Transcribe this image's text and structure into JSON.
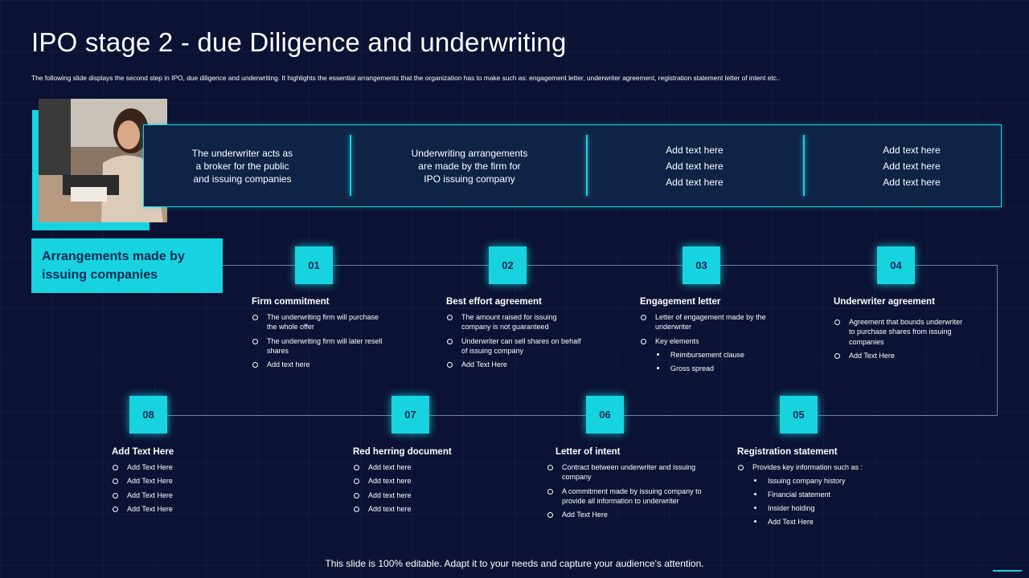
{
  "title": "IPO stage 2 - due Diligence and underwriting",
  "subtitle": "The following slide displays the second step in IPO, due diligence and underwriting. It highlights the essential arrangements that the organization has to make such as: engagement letter, underwriter agreement, registration statement letter of intent etc..",
  "top_banner": {
    "cell1": "The underwriter acts as a broker for the public and issuing companies",
    "cell2": "Underwriting arrangements are made by the firm for IPO issuing company",
    "cell3": [
      "Add text here",
      "Add text here",
      "Add text here"
    ],
    "cell4": [
      "Add text here",
      "Add text here",
      "Add text here"
    ]
  },
  "arrangements_label": "Arrangements made by issuing companies",
  "steps": [
    {
      "number": "01",
      "title": "Firm commitment",
      "bullets": [
        "The underwriting firm will purchase the whole offer",
        "The underwriting firm will later resell shares",
        "Add text here"
      ]
    },
    {
      "number": "02",
      "title": "Best effort agreement",
      "bullets": [
        "The amount raised for issuing company is not guaranteed",
        "Underwriter can sell shares on behalf of issuing company",
        "Add Text Here"
      ]
    },
    {
      "number": "03",
      "title": "Engagement letter",
      "bullets": [
        "Letter of engagement made by the underwriter",
        "Key elements"
      ],
      "sub_bullets": [
        "Reimbursement clause",
        "Gross spread"
      ]
    },
    {
      "number": "04",
      "title": "Underwriter agreement",
      "bullets": [
        "Agreement that bounds underwriter to purchase shares from issuing companies",
        "Add Text Here"
      ]
    },
    {
      "number": "05",
      "title": "Registration statement",
      "bullets": [
        "Provides key information such as :"
      ],
      "sub_bullets": [
        "Issuing company history",
        "Financial statement",
        "Insider holding",
        "Add Text Here"
      ]
    },
    {
      "number": "06",
      "title": "Letter of intent",
      "bullets": [
        "Contract between underwriter and issuing company",
        "A commitment made by issuing company to provide all information to underwriter",
        "Add Text Here"
      ]
    },
    {
      "number": "07",
      "title": "Red herring document",
      "bullets": [
        "Add text here",
        "Add text here",
        "Add text here",
        "Add text here"
      ]
    },
    {
      "number": "08",
      "title": "Add Text Here",
      "bullets": [
        "Add Text Here",
        "Add Text Here",
        "Add Text Here",
        "Add Text Here"
      ]
    }
  ],
  "footer": "This slide is 100% editable. Adapt it to your needs and capture your audience's attention.",
  "colors": {
    "background": "#0b1233",
    "accent": "#17d3e0",
    "box_text": "#0b2a52"
  },
  "icons": [
    "photo-woman-at-desk"
  ]
}
